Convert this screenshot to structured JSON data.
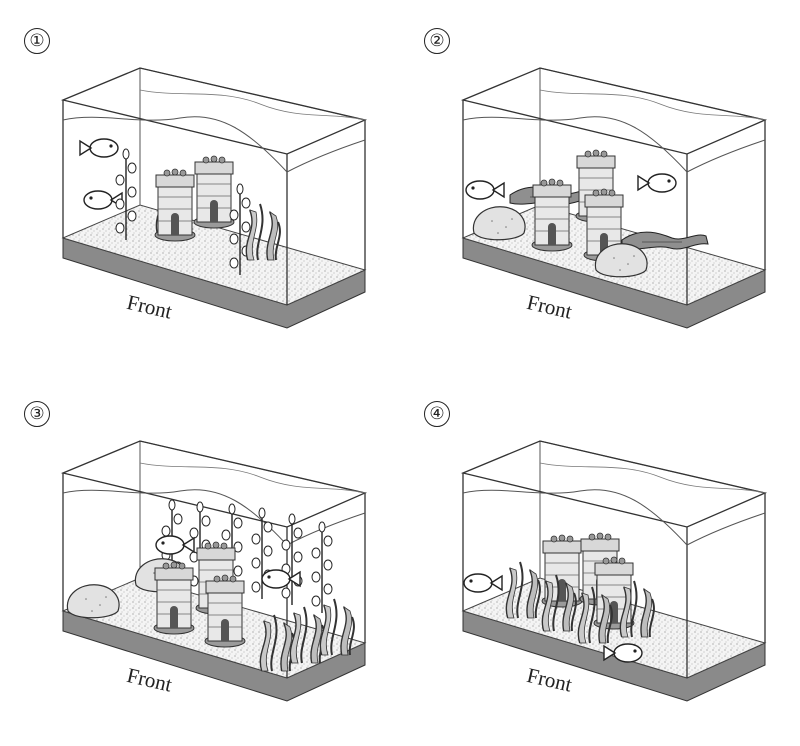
{
  "options": [
    {
      "number": "①",
      "front_label": "Front"
    },
    {
      "number": "②",
      "front_label": "Front"
    },
    {
      "number": "③",
      "front_label": "Front"
    },
    {
      "number": "④",
      "front_label": "Front"
    }
  ]
}
